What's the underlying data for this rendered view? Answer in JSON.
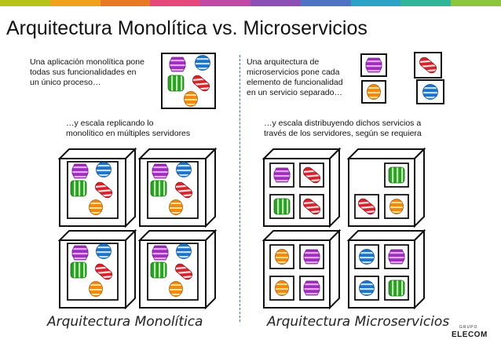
{
  "slide": {
    "title": "Arquitectura Monolítica vs. Microservicios",
    "stripe_colors": [
      "#b7c21a",
      "#f0a21f",
      "#e87a25",
      "#e5487a",
      "#c14aa6",
      "#8c4fb6",
      "#4f74c6",
      "#2aa3c6",
      "#2fb598",
      "#8cc63f"
    ],
    "accent": "#3b6ea8"
  },
  "left": {
    "intro_lines": [
      "Una aplicación monolítica pone",
      "todas sus funcionalidades en",
      "un único proceso…"
    ],
    "scale_lines": [
      "…y escala replicando lo",
      "monolítico en múltiples servidores"
    ],
    "caption": "Arquitectura Monolítica"
  },
  "right": {
    "intro_lines": [
      "Una arquitectura de",
      "microservicios pone cada",
      "elemento de funcionalidad",
      "en un servicio separado…"
    ],
    "scale_lines": [
      "…y escala distribuyendo dichos servicios a",
      "través de los servidores, según se requiera"
    ],
    "caption": "Arquitectura Microservicios"
  },
  "icons": {
    "purple": "purple-candy-icon",
    "blue": "blue-candy-icon",
    "green": "green-candy-icon",
    "red": "red-candy-icon",
    "orange": "orange-candy-icon"
  },
  "logo": {
    "small": "GRUPO",
    "main": "ELECOM"
  }
}
